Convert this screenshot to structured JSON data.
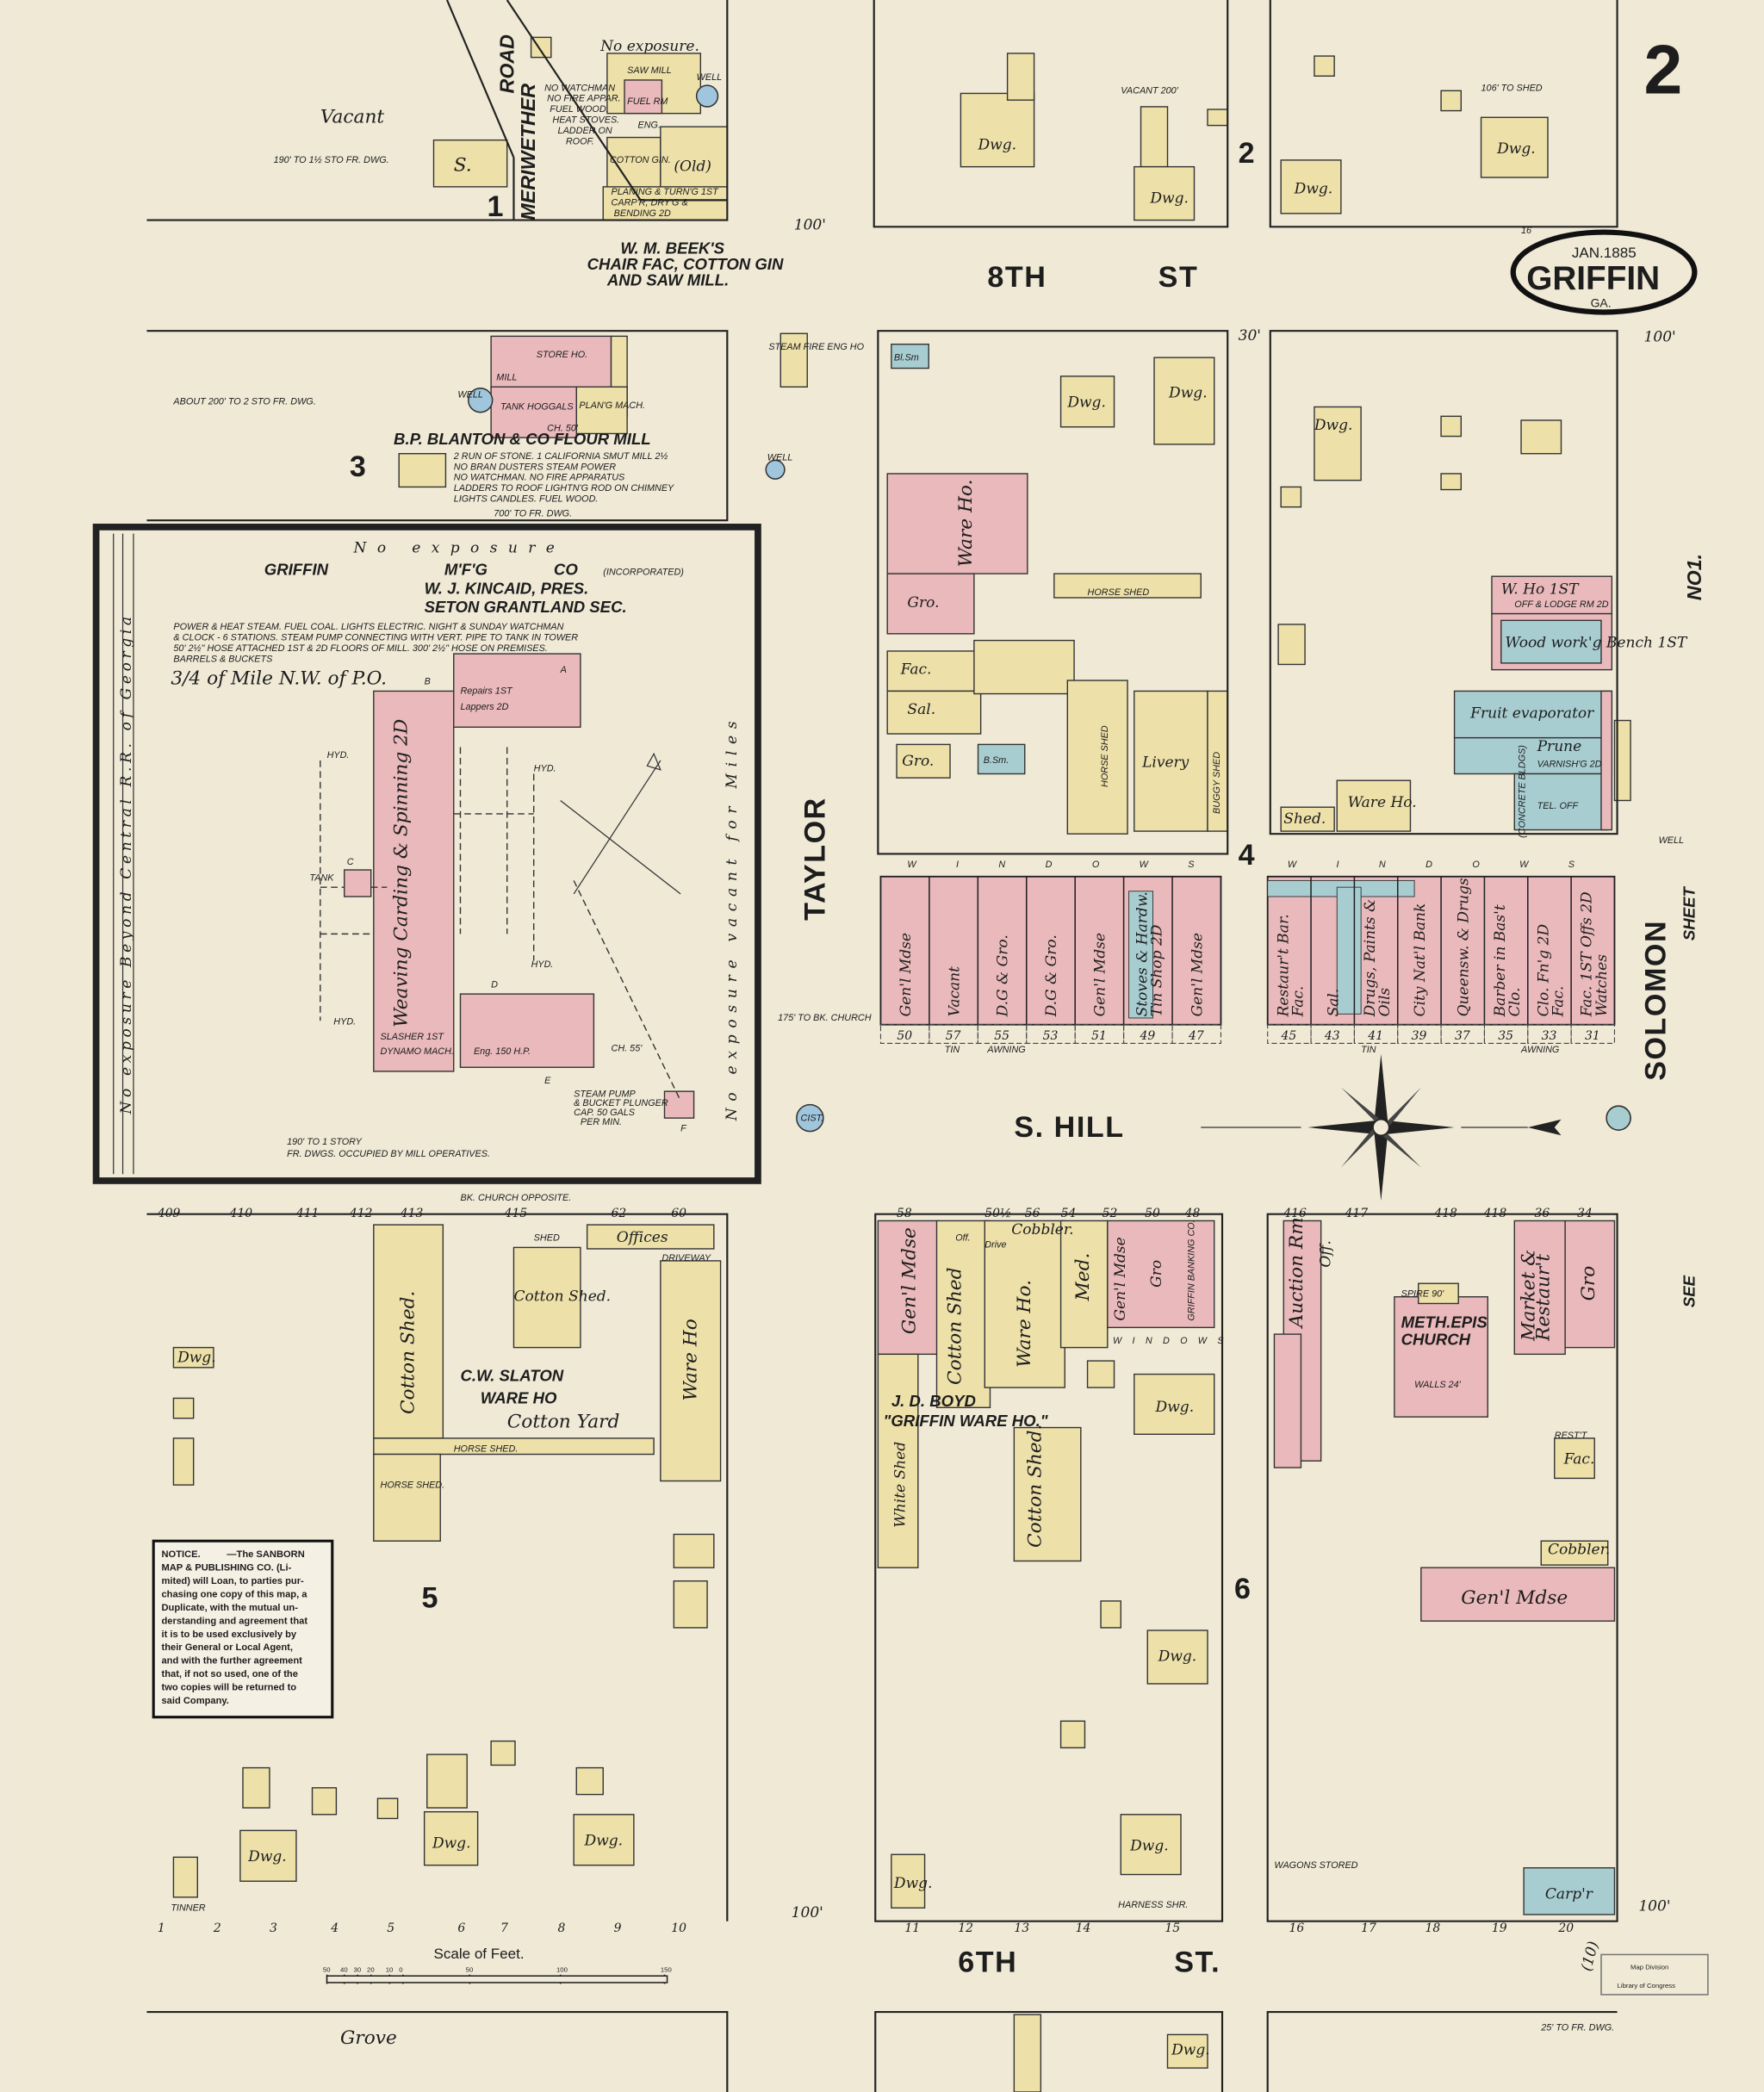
{
  "sheet_number": "2",
  "cartouche": {
    "prefix": "16",
    "date": "JAN.1885",
    "city": "GRIFFIN",
    "state": "GA."
  },
  "colors": {
    "paper": "#efe9d6",
    "brick": "#e9b9bb",
    "frame": "#ede0a9",
    "stone_iron": "#a8cdd1",
    "ink": "#1d1d1d",
    "well": "#9fc6dc"
  },
  "streets": {
    "eighth": "8TH",
    "eighth_st": "ST",
    "taylor": "TAYLOR",
    "solomon": "SOLOMON",
    "hill": "S. HILL",
    "sixth": "6TH",
    "sixth_st": "ST.",
    "meriwether": "MERIWETHER",
    "road": "ROAD",
    "grove": "Grove"
  },
  "blocks": [
    "1",
    "2",
    "3",
    "4",
    "5",
    "6"
  ],
  "see_sheet": {
    "see": "SEE",
    "sheet": "SHEET",
    "no": "NO1."
  },
  "block1": {
    "vacant": "Vacant",
    "dist": "190' TO 1½ STO FR. DWG.",
    "store": "S.",
    "no_exposure": "No exposure.",
    "notes": [
      "NO WATCHMAN",
      "NO FIRE APPAR.",
      "FUEL WOOD.",
      "HEAT STOVES.",
      "LADDER ON",
      "ROOF."
    ],
    "saw_mill": "SAW MILL",
    "fuel_rm": "FUEL RM",
    "eng": "ENG.",
    "well": "WELL",
    "cotton_gin": "COTTON GIN.",
    "old": "(Old)",
    "planing": "PLANING & TURN'G 1ST",
    "planing2": "CARP'R, DRY'G &",
    "planing3": "BENDING 2D",
    "owner": "W. M. BEEK'S",
    "owner2": "CHAIR FAC, COTTON GIN",
    "owner3": "AND SAW MILL.",
    "dist100": "100'"
  },
  "block2": {
    "vacant": "VACANT 200'",
    "dwg": "Dwg.",
    "shed": "106' TO SHED",
    "dist": "100'"
  },
  "block3": {
    "about": "ABOUT 200' TO 2 STO FR. DWG.",
    "mill": "MILL",
    "store_ho": "STORE HO.",
    "tank": "TANK HOGGALS",
    "plan_mach": "PLAN'G MACH.",
    "chimney": "CH. 50'",
    "well": "WELL",
    "title": "B.P. BLANTON & CO FLOUR MILL",
    "notes": [
      "2 RUN OF STONE. 1 CALIFORNIA SMUT MILL 2½",
      "NO BRAN DUSTERS  STEAM POWER",
      "NO WATCHMAN. NO FIRE APPARATUS",
      "LADDERS TO ROOF LIGHTN'G ROD ON CHIMNEY",
      "LIGHTS CANDLES.   FUEL WOOD."
    ],
    "dist": "700' TO FR. DWG."
  },
  "mill": {
    "no_exposure": "No exposure",
    "name1": "GRIFFIN",
    "name2": "M'F'G",
    "name3": "CO",
    "inc": "(INCORPORATED)",
    "pres": "W. J. KINCAID, PRES.",
    "sec": "SETON GRANTLAND SEC.",
    "notes": [
      "POWER & HEAT STEAM. FUEL COAL. LIGHTS ELECTRIC. NIGHT & SUNDAY WATCHMAN",
      "& CLOCK - 6 STATIONS. STEAM PUMP CONNECTING WITH VERT. PIPE TO TANK IN TOWER",
      "50' 2½\" HOSE ATTACHED 1ST & 2D FLOORS OF MILL. 300' 2½\" HOSE ON PREMISES.",
      "BARRELS & BUCKETS"
    ],
    "distance": "3/4 of Mile N.W. of P.O.",
    "weaving": "Weaving Carding & Spinning 2D",
    "repairs": "Repairs 1ST",
    "lappers": "Lappers 2D",
    "slasher": "SLASHER 1ST",
    "dynamo": "DYNAMO MACH.",
    "eng": "Eng. 150 H.P.",
    "hyd": "HYD.",
    "tank": "TANK",
    "ch": "CH. 55'",
    "pump": "STEAM PUMP",
    "pump2": "& BUCKET PLUNGER",
    "pump3": "CAP. 50 GALS",
    "pump4": "PER MIN.",
    "labels": [
      "A",
      "B",
      "C",
      "D",
      "E",
      "F"
    ],
    "dwg": "190' TO 1 STORY",
    "dwg2": "FR. DWGS. OCCUPIED BY MILL OPERATIVES.",
    "left_side": "No exposure Beyond Central R.R. of Georgia",
    "right_side": "No exposure vacant for Miles",
    "rr": "CENTRAL R.R. OF GEORGIA"
  },
  "taylor": {
    "steam_fire": "STEAM FIRE ENG HO",
    "well": "WELL",
    "cist": "CIST.",
    "dist": "175' TO BK. CHURCH"
  },
  "block4": {
    "bl_sm": "Bl.Sm",
    "dwg": "Dwg.",
    "ware_ho": "Ware Ho.",
    "gro": "Gro.",
    "horse_shed": "HORSE SHED",
    "fac": "Fac.",
    "sal": "Sal.",
    "gro2": "Gro.",
    "b_sm": "B.Sm.",
    "hose_shed": "HORSE SHED",
    "livery": "Livery",
    "buggy": "BUGGY SHED",
    "w_ho": "W. Ho 1ST",
    "off_lodge": "OFF & LODGE RM 2D",
    "woodwork": "Wood work'g Bench 1ST",
    "fruit": "Fruit evaporator",
    "prune": "Prune",
    "varnish": "VARNISH'G 2D",
    "concrete": "(CONCRETE BLDGS)",
    "tel": "TEL. OFF",
    "shed": "Shed.",
    "ware2": "Ware Ho.",
    "well": "WELL",
    "dist": "30'"
  },
  "hill_left": {
    "stores": [
      "Gen'l Mdse",
      "Vacant",
      "D.G & Gro.",
      "D.G & Gro.",
      "Gen'l Mdse",
      "Stoves & Hardw. Tin Shop 2D",
      "Gen'l Mdse"
    ],
    "numbers": [
      "50",
      "57",
      "55",
      "53",
      "51",
      "49",
      "47"
    ],
    "windows": "W I N D O W S",
    "tin": "TIN",
    "awning": "AWNING"
  },
  "hill_right": {
    "stores": [
      "Restaur't Bar. Fac.",
      "Sal.",
      "Drugs, Paints & Oils",
      "City Nat'l Bank",
      "Queensw. & Drugs",
      "Barber in Bas't Clo.",
      "Clo. Fn'g 2D Fac.",
      "Fac. 1ST Offs 2D Watches"
    ],
    "numbers": [
      "45",
      "43",
      "41",
      "39",
      "37",
      "35",
      "33",
      "31"
    ],
    "windows": "W I N D O W S",
    "tin": "TIN",
    "awning": "AWNING"
  },
  "block5": {
    "church": "BK. CHURCH OPPOSITE.",
    "top_numbers": [
      "409",
      "410",
      "411",
      "412",
      "413",
      "415",
      "62",
      "60"
    ],
    "bottom_numbers": [
      "1",
      "2",
      "3",
      "4",
      "5",
      "6",
      "7",
      "8",
      "9",
      "10"
    ],
    "cotton_shed": "Cotton Shed.",
    "shed": "SHED",
    "cotton_shed2": "Cotton Shed.",
    "offices": "Offices",
    "driveway": "DRIVEWAY",
    "ware_ho": "Ware Ho",
    "owner": "C.W. SLATON",
    "owner2": "WARE HO",
    "yard": "Cotton Yard",
    "horse_shed": "HORSE SHED.",
    "horse_shed2": "HORSE SHED.",
    "dwg": "Dwg.",
    "tinner": "TINNER",
    "dist": "100'"
  },
  "notice": {
    "heading": "NOTICE.",
    "lines": [
      "—The SANBORN",
      "MAP & PUBLISHING CO. (Li-",
      "mited) will Loan, to parties pur-",
      "chasing one copy of this map, a",
      "Duplicate, with the mutual un-",
      "derstanding and agreement that",
      "it is to be used exclusively by",
      "their General or Local Agent,",
      "and with the further agreement",
      "that, if not so used, one of the",
      "two copies will be returned to",
      "said Company."
    ]
  },
  "block6": {
    "top_numbers": [
      "58",
      "50½",
      "56",
      "54",
      "52",
      "50",
      "48"
    ],
    "right_top_numbers": [
      "416",
      "417",
      "418",
      "418",
      "36",
      "34"
    ],
    "bottom_numbers": [
      "11",
      "12",
      "13",
      "14",
      "15"
    ],
    "right_bottom_numbers": [
      "16",
      "17",
      "18",
      "19",
      "20"
    ],
    "genl": "Gen'l Mdse",
    "cotton_shed": "Cotton Shed",
    "off": "Off.",
    "drive": "Drive",
    "cobbler": "Cobbler.",
    "ware_ho": "Ware Ho.",
    "med": "Med.",
    "genl2": "Gen'l Mdse",
    "gro": "Gro",
    "banking": "GRIFFIN BANKING CO.",
    "windows": "W I N D O W S",
    "owner": "J. D. BOYD",
    "owner2": "\"GRIFFIN WARE HO.\"",
    "white_shed": "White Shed",
    "cotton_shed2": "Cotton Shed.",
    "dwg": "Dwg.",
    "harness": "HARNESS SHR.",
    "auction": "Auction Rm",
    "off2": "Off.",
    "church": "METH.EPIS CHURCH",
    "spire": "SPIRE 90'",
    "walls": "WALLS 24'",
    "market": "Market & Restaur't",
    "gro2": "Gro",
    "rest": "REST'T",
    "fac": "Fac.",
    "cobbler2": "Cobbler.",
    "genl3": "Gen'l Mdse",
    "wagons": "WAGONS STORED",
    "carpr": "Carp'r",
    "dist": "100'"
  },
  "bottom": {
    "dist": "25' TO FR. DWG.",
    "dwg": "Dwg.",
    "stamp1": "Map Division",
    "stamp2": "Library of Congress",
    "note": "(10)"
  },
  "scale": {
    "title": "Scale of Feet.",
    "ticks": [
      "50",
      "40",
      "30",
      "20",
      "10",
      "0",
      "50",
      "100",
      "150"
    ]
  }
}
